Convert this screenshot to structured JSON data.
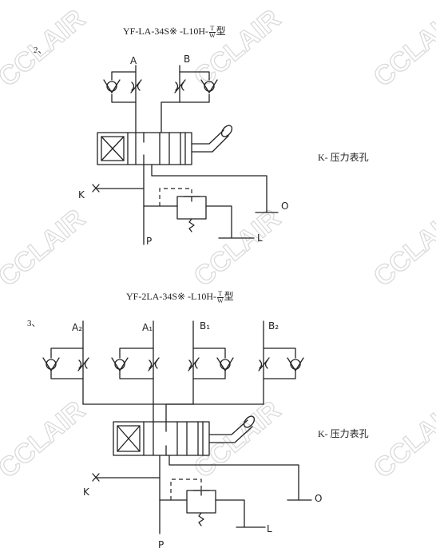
{
  "watermark": "CCLAIR",
  "diagram1": {
    "number": "2、",
    "title_pre": "YF-LA-34S※ -L10H-",
    "title_frac_top": "T",
    "title_frac_bottom": "W",
    "title_post": "型",
    "note": "K- 压力表孔",
    "ports": {
      "a": "A",
      "b": "B",
      "k": "K",
      "p": "P",
      "o": "O",
      "l": "L"
    }
  },
  "diagram2": {
    "number": "3、",
    "title_pre": "YF-2LA-34S※ -L10H-",
    "title_frac_top": "T",
    "title_frac_bottom": "W",
    "title_post": "型",
    "note": "K- 压力表孔",
    "ports": {
      "a2": "A₂",
      "a1": "A₁",
      "b1": "B₁",
      "b2": "B₂",
      "k": "K",
      "p": "P",
      "o": "O",
      "l": "L"
    }
  }
}
